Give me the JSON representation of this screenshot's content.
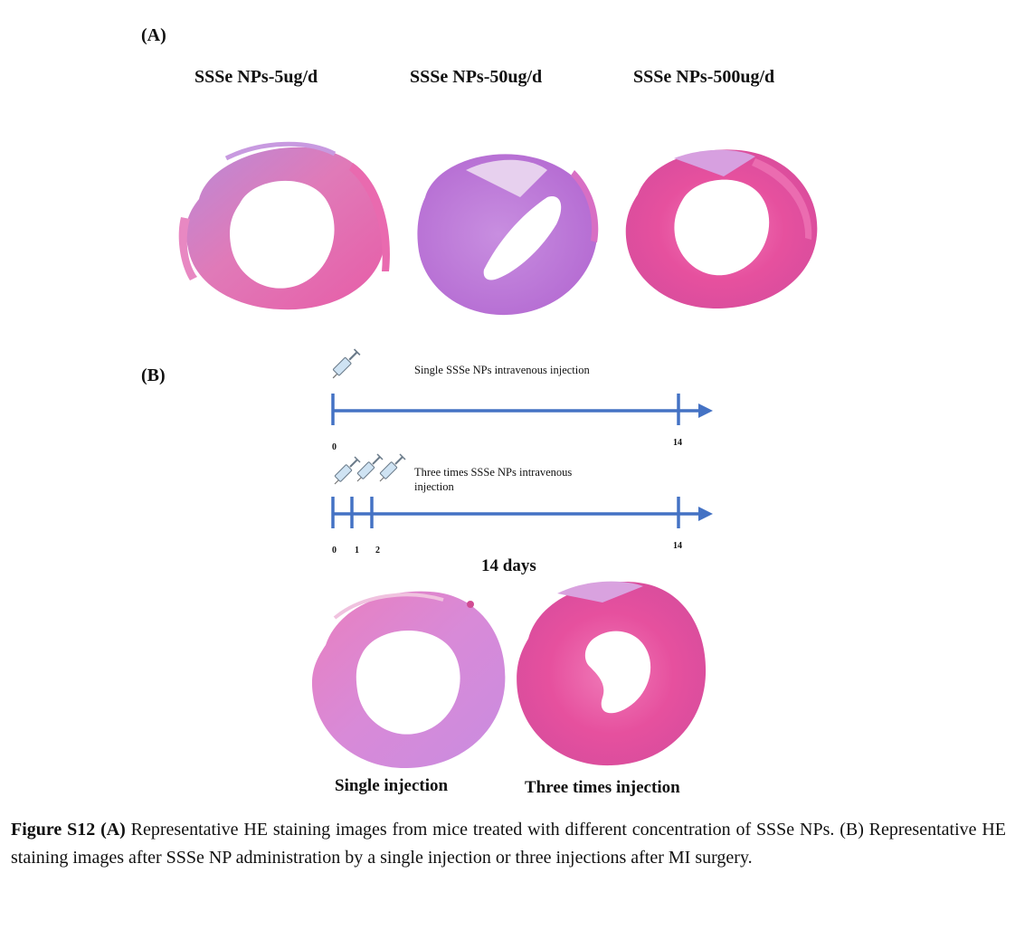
{
  "panelA": {
    "label": "(A)",
    "columns": [
      {
        "title": "SSSe NPs-5ug/d"
      },
      {
        "title": "SSSe NPs-50ug/d"
      },
      {
        "title": "SSSe NPs-500ug/d"
      }
    ]
  },
  "panelB": {
    "label": "(B)",
    "timeline1": {
      "text": "Single SSSe NPs intravenous injection",
      "ticks": [
        "0",
        "14"
      ]
    },
    "timeline2": {
      "text": "Three times SSSe NPs intravenous injection",
      "ticks": [
        "0",
        "1",
        "2",
        "14"
      ]
    },
    "days_label": "14 days",
    "images": [
      {
        "label": "Single injection"
      },
      {
        "label": "Three times injection"
      }
    ]
  },
  "caption": {
    "bold_prefix": "Figure S12 (A)",
    "text": " Representative HE staining images from mice treated with different concentration of SSSe NPs. (B) Representative HE staining images after SSSe NP administration by a single injection or three injections after MI surgery."
  },
  "colors": {
    "timeline": "#4472c4",
    "tissue_pink": "#ea5aa6",
    "tissue_purple": "#b88ad8"
  },
  "icons": [
    "syringe-icon"
  ]
}
